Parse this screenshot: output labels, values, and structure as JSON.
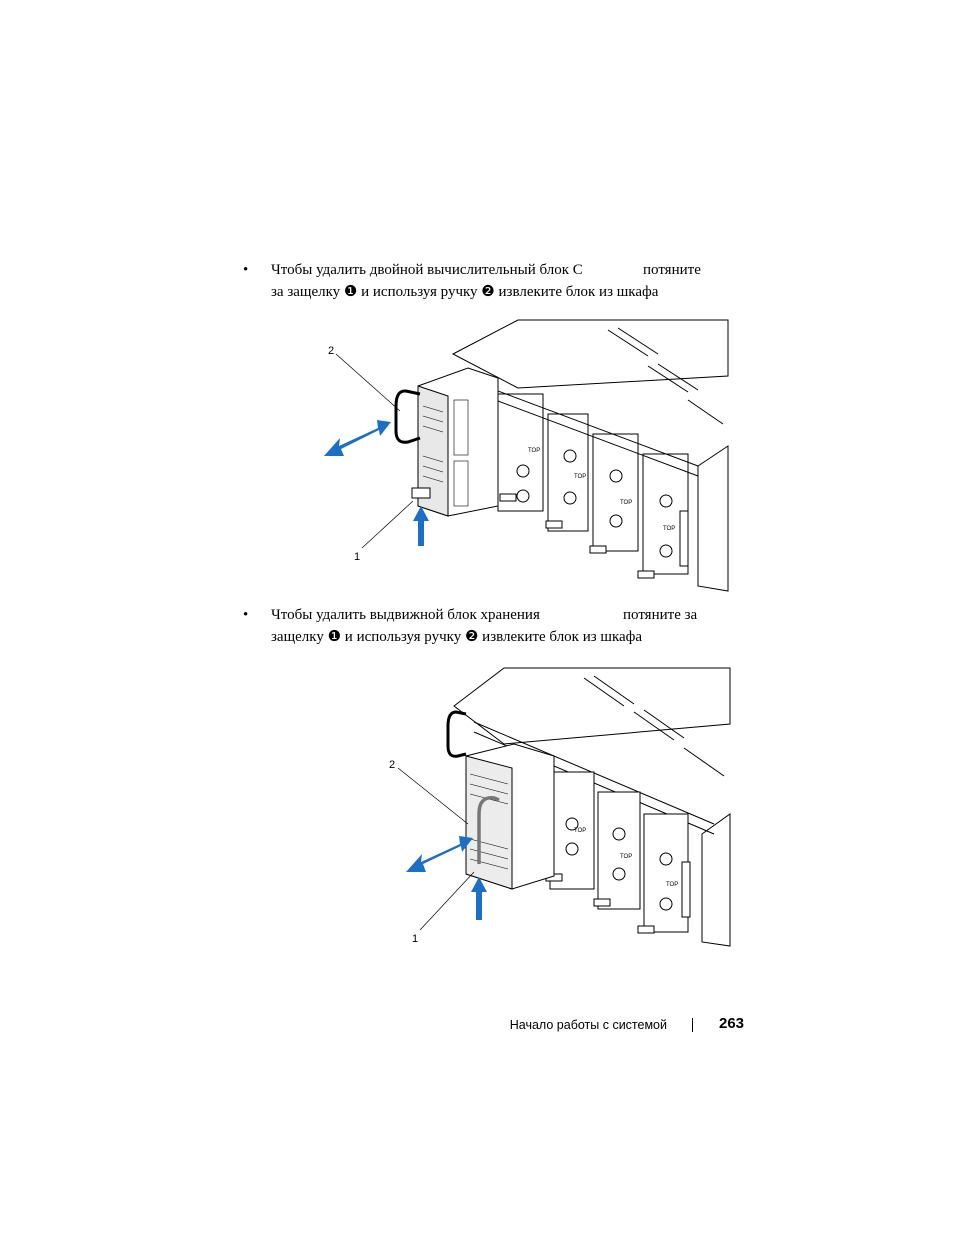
{
  "page": {
    "bullet_symbol": "•",
    "items": [
      {
        "line1_a": "Чтобы удалить двойной вычислительный блок С",
        "line1_b": "потяните",
        "line2": "за защелку ❶ и  используя ручку ❷ извлеките блок из шкафа"
      },
      {
        "line1_a": "Чтобы удалить выдвижной блок хранения",
        "line1_b": "потяните за",
        "line2": "защелку ❶ и  используя ручку ❷ извлеките блок из шкафа"
      }
    ],
    "figure1": {
      "callouts": [
        "1",
        "2"
      ],
      "slot_label": "TOP"
    },
    "figure2": {
      "callouts": [
        "1",
        "2"
      ],
      "slot_label": "TOP"
    },
    "footer": {
      "title": "Начало работы с системой",
      "page_number": "263"
    }
  }
}
